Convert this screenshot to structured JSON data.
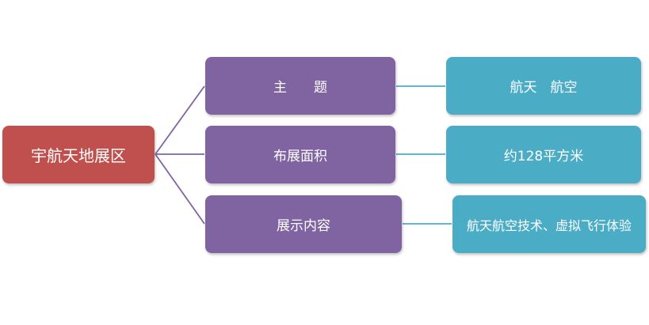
{
  "colors": {
    "root": "#c0504d",
    "middle": "#8064a2",
    "leaf": "#4bacc6",
    "connector_root": "#8064a2",
    "connector_leaf": "#4bacc6"
  },
  "root": {
    "label": "宇航天地展区"
  },
  "branches": [
    {
      "label": "主　　题",
      "detail": "航天　航空"
    },
    {
      "label": "布展面积",
      "detail": "约128平方米"
    },
    {
      "label": "展示内容",
      "detail": "航天航空技术、虚拟飞行体验"
    }
  ]
}
